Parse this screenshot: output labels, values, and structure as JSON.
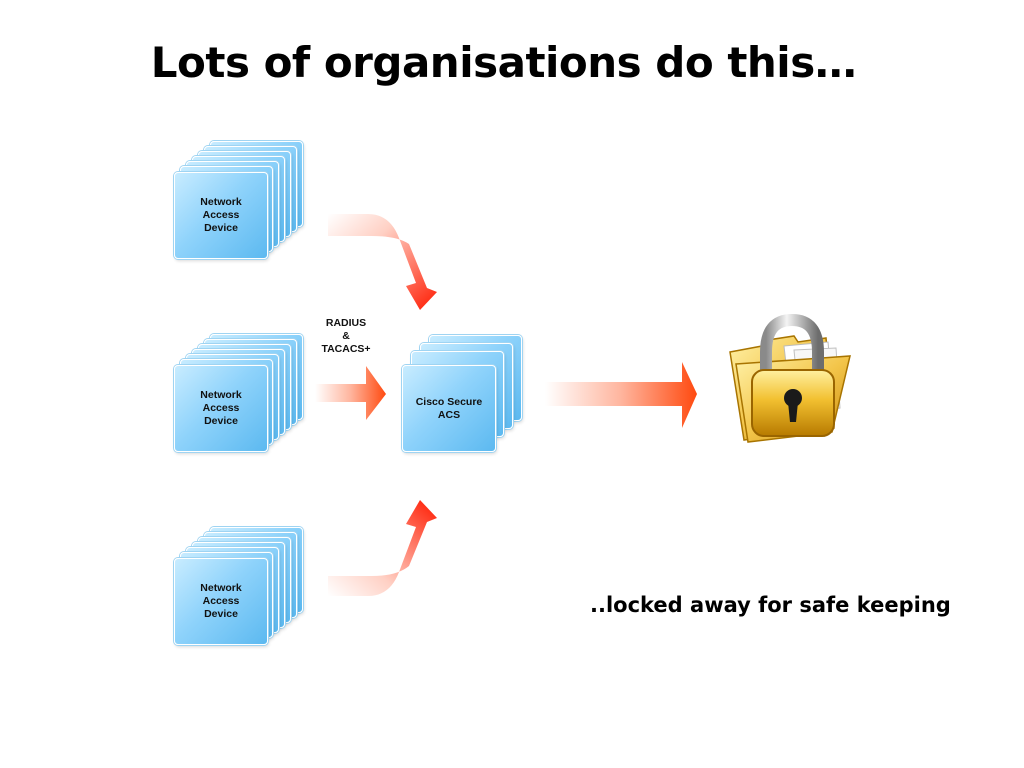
{
  "title": "Lots of organisations do this…",
  "devices": [
    {
      "label": "Network\nAccess\nDevice"
    },
    {
      "label": "Network\nAccess\nDevice"
    },
    {
      "label": "Network\nAccess\nDevice"
    }
  ],
  "protocol_label": "RADIUS\n&\nTACACS+",
  "server": {
    "label": "Cisco Secure\nACS"
  },
  "lock": {
    "icon": "padlock-folder-icon"
  },
  "caption": "..locked away for safe keeping",
  "colors": {
    "card_light": "#c8ecff",
    "card_dark": "#5cb9f0",
    "arrow_red": "#ff2a00",
    "lock_gold": "#e8a400"
  }
}
